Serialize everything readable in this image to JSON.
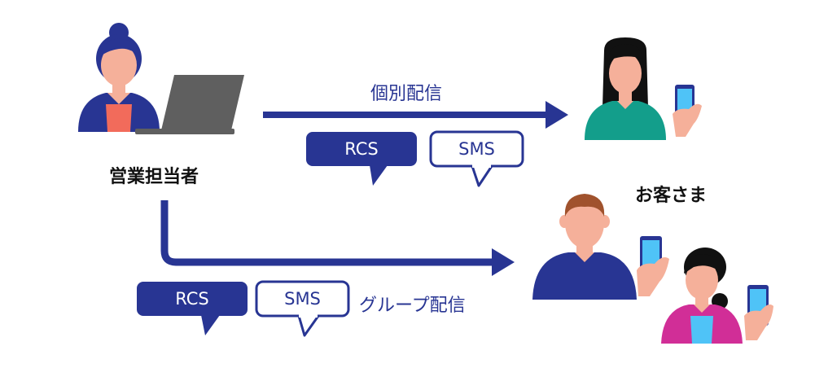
{
  "labels": {
    "sales_rep": "営業担当者",
    "customers": "お客さま",
    "individual": "個別配信",
    "group": "グループ配信"
  },
  "bubbles": {
    "top_rcs": "RCS",
    "top_sms": "SMS",
    "bottom_rcs": "RCS",
    "bottom_sms": "SMS"
  },
  "colors": {
    "navy": "#283593",
    "skin": "#F5B09A",
    "teal": "#139E8B",
    "magenta": "#D12E97",
    "laptop": "#5F5F5F",
    "phone_screen": "#4FC3F7"
  }
}
